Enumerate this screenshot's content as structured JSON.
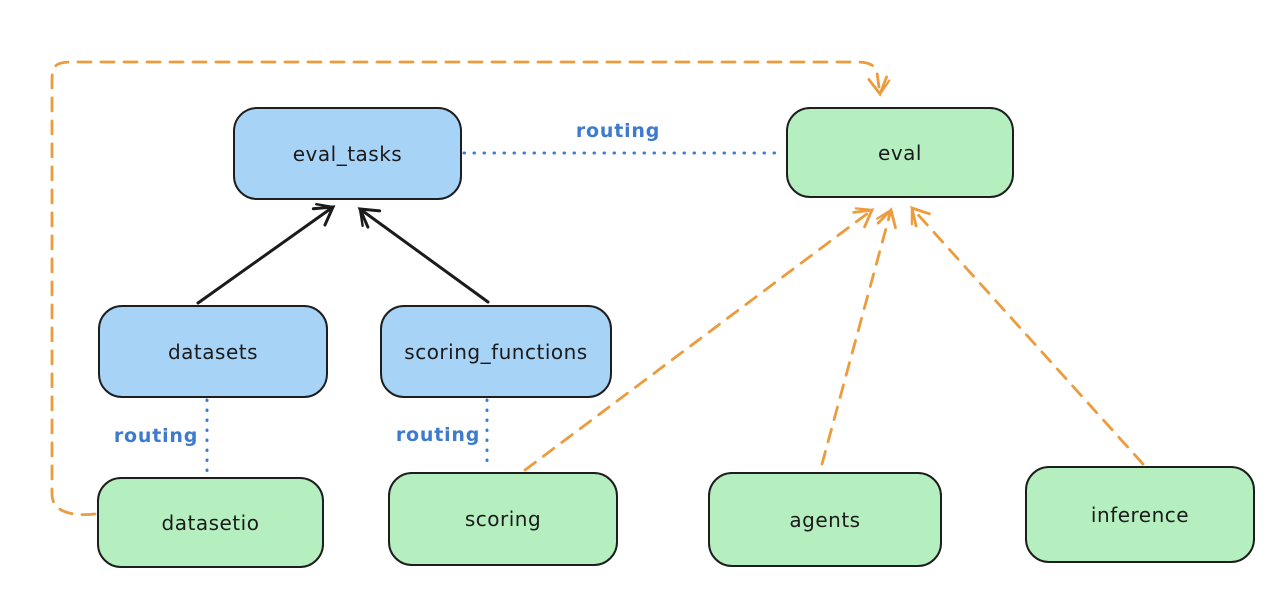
{
  "diagram": {
    "nodes": {
      "eval_tasks": {
        "label": "eval_tasks",
        "color": "blue"
      },
      "eval": {
        "label": "eval",
        "color": "green"
      },
      "datasets": {
        "label": "datasets",
        "color": "blue"
      },
      "scoring_functions": {
        "label": "scoring_functions",
        "color": "blue"
      },
      "datasetio": {
        "label": "datasetio",
        "color": "green"
      },
      "scoring": {
        "label": "scoring",
        "color": "green"
      },
      "agents": {
        "label": "agents",
        "color": "green"
      },
      "inference": {
        "label": "inference",
        "color": "green"
      }
    },
    "edge_labels": {
      "routing_eval_tasks_eval": "routing",
      "routing_datasets_datasetio": "routing",
      "routing_scoring_functions_scoring": "routing"
    },
    "edges": [
      {
        "from": "datasets",
        "to": "eval_tasks",
        "style": "solid-arrow",
        "color": "black"
      },
      {
        "from": "scoring_functions",
        "to": "eval_tasks",
        "style": "solid-arrow",
        "color": "black"
      },
      {
        "from": "eval_tasks",
        "to": "eval",
        "style": "dotted-line",
        "color": "blue",
        "label": "routing"
      },
      {
        "from": "datasets",
        "to": "datasetio",
        "style": "dotted-line",
        "color": "blue",
        "label": "routing"
      },
      {
        "from": "scoring_functions",
        "to": "scoring",
        "style": "dotted-line",
        "color": "blue",
        "label": "routing"
      },
      {
        "from": "datasetio",
        "to": "eval",
        "style": "dashed-arrow",
        "color": "orange"
      },
      {
        "from": "scoring",
        "to": "eval",
        "style": "dashed-arrow",
        "color": "orange"
      },
      {
        "from": "agents",
        "to": "eval",
        "style": "dashed-arrow",
        "color": "orange"
      },
      {
        "from": "inference",
        "to": "eval",
        "style": "dashed-arrow",
        "color": "orange"
      }
    ],
    "colors": {
      "node_blue_fill": "#a7d3f7",
      "node_green_fill": "#b5eebf",
      "node_stroke": "#1e1e1e",
      "orange_dash": "#ec9b3d",
      "routing_blue": "#3e7bcd",
      "black_arrow": "#1b1b1b",
      "background": "#ffffff"
    }
  }
}
